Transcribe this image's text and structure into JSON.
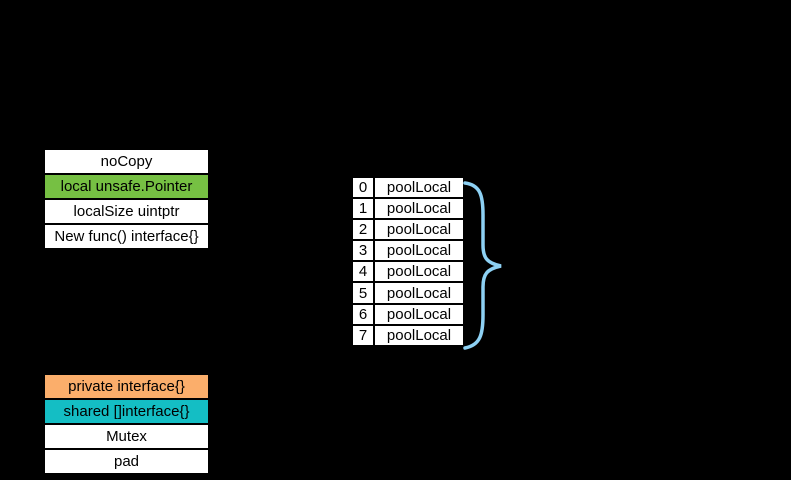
{
  "canvas": {
    "background": "#000000"
  },
  "pool_struct": {
    "rows": [
      {
        "label": "noCopy",
        "bg": "#ffffff"
      },
      {
        "label": "local unsafe.Pointer",
        "bg": "#76C043"
      },
      {
        "label": "localSize uintptr",
        "bg": "#ffffff"
      },
      {
        "label": "New func() interface{}",
        "bg": "#ffffff"
      }
    ]
  },
  "local_array": {
    "rows": [
      {
        "index": "0",
        "value": "poolLocal"
      },
      {
        "index": "1",
        "value": "poolLocal"
      },
      {
        "index": "2",
        "value": "poolLocal"
      },
      {
        "index": "3",
        "value": "poolLocal"
      },
      {
        "index": "4",
        "value": "poolLocal"
      },
      {
        "index": "5",
        "value": "poolLocal"
      },
      {
        "index": "6",
        "value": "poolLocal"
      },
      {
        "index": "7",
        "value": "poolLocal"
      }
    ]
  },
  "poollocal_struct": {
    "rows": [
      {
        "label": "private interface{}",
        "bg": "#FBAE6B"
      },
      {
        "label": "shared []interface{}",
        "bg": "#14BEC4"
      },
      {
        "label": "Mutex",
        "bg": "#ffffff"
      },
      {
        "label": "pad",
        "bg": "#ffffff"
      }
    ]
  },
  "brace": {
    "color": "#8DD1F4"
  }
}
